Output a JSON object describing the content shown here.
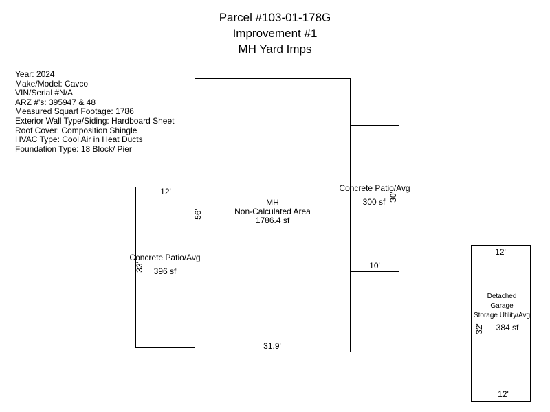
{
  "title": {
    "line1": "Parcel #103-01-178G",
    "line2": "Improvement #1",
    "line3": "MH Yard Imps"
  },
  "info": [
    "Year: 2024",
    "Make/Model: Cavco",
    "VIN/Serial #N/A",
    "ARZ #'s: 395947 & 48",
    "Measured Squart Footage: 1786",
    "Exterior Wall Type/Siding: Hardboard Sheet",
    "Roof Cover: Composition Shingle",
    "HVAC Type: Cool Air in Heat Ducts",
    "Foundation Type: 18 Block/ Pier"
  ],
  "mh": {
    "name": "MH",
    "type": "Non-Calculated Area",
    "area": "1786.4 sf",
    "dim_width": "31.9'",
    "dim_height": "56'"
  },
  "patio_left": {
    "name": "Concrete Patio/Avg",
    "area": "396 sf",
    "dim_width": "12'",
    "dim_height": "33'"
  },
  "patio_right": {
    "name": "Concrete Patio/Avg",
    "area": "300 sf",
    "dim_width": "10'",
    "dim_height": "30'"
  },
  "garage": {
    "line1": "Detached",
    "line2": "Garage",
    "line3": "Storage Utility/Avg",
    "area": "384 sf",
    "dim_top": "12'",
    "dim_bottom": "12'",
    "dim_height": "32'"
  }
}
